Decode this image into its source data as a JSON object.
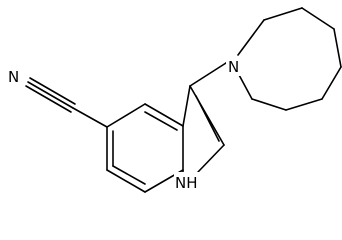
{
  "atom_labels": {
    "nitrile_n": "N",
    "azocane_n": "N",
    "indole_nh": "NH"
  }
}
